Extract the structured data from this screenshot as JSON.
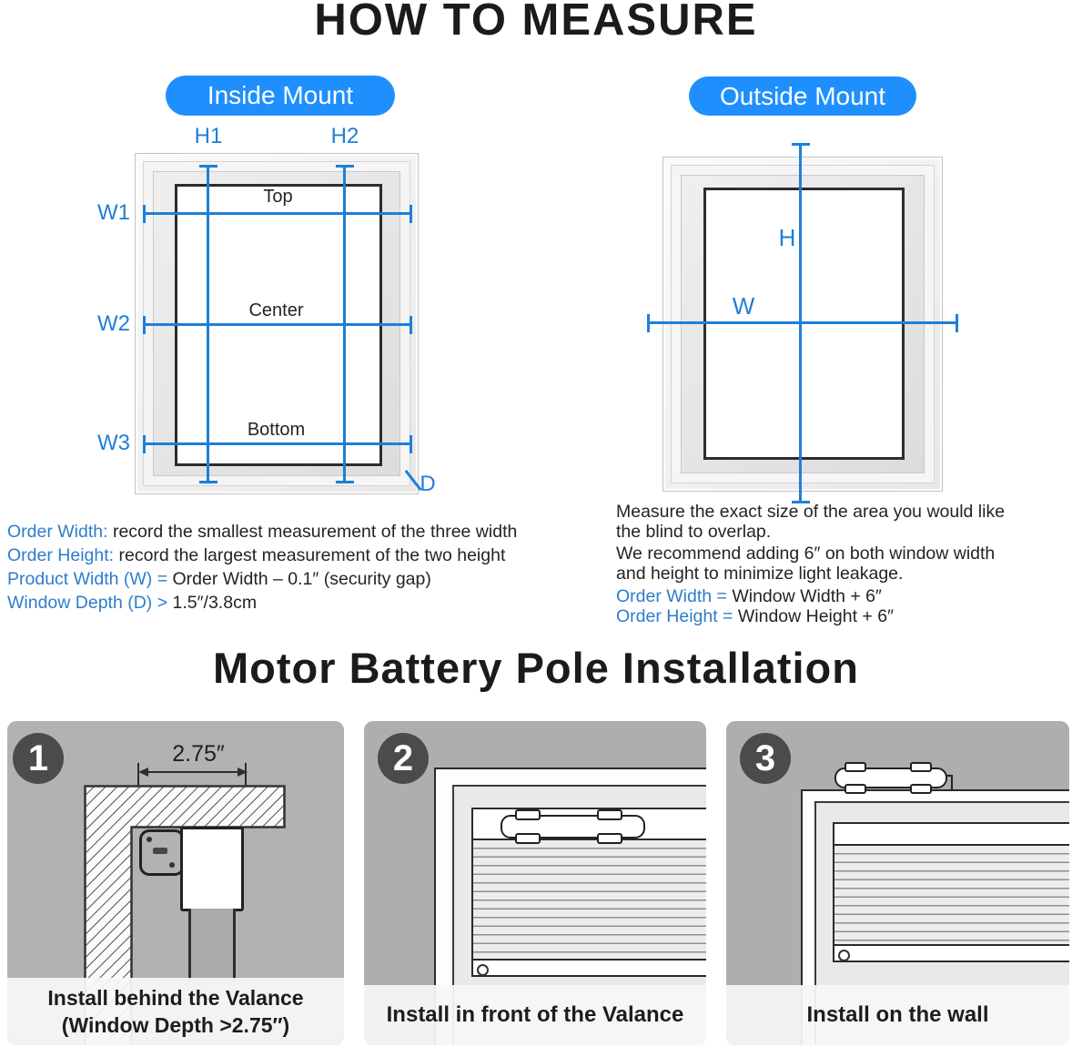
{
  "colors": {
    "accent_blue": "#1f8ffe",
    "measure_blue": "#1e7fd8",
    "note_blue": "#2e7ccc"
  },
  "header": {
    "title": "HOW TO MEASURE"
  },
  "inside_mount": {
    "label": "Inside Mount",
    "diagram": {
      "h1": "H1",
      "h2": "H2",
      "w1": "W1",
      "w2": "W2",
      "w3": "W3",
      "top": "Top",
      "center": "Center",
      "bottom": "Bottom",
      "depth": "D"
    },
    "notes": [
      {
        "lead": "Order Width:",
        "rest": " record the smallest measurement of the three width"
      },
      {
        "lead": "Order Height:",
        "rest": " record the largest measurement of the two height"
      },
      {
        "lead": "Product Width (W) =",
        "rest": " Order Width – 0.1″ (security gap)"
      },
      {
        "lead": "Window Depth (D) >",
        "rest": " 1.5″/3.8cm"
      }
    ]
  },
  "outside_mount": {
    "label": "Outside Mount",
    "diagram": {
      "h": "H",
      "w": "W"
    },
    "paragraph1": "Measure the exact size of the area you would like the blind to overlap.",
    "paragraph2": "We recommend adding 6″ on both window width and height to minimize light leakage.",
    "notes": [
      {
        "lead": "Order Width =",
        "rest": " Window Width + 6″"
      },
      {
        "lead": "Order Height =",
        "rest": " Window Height + 6″"
      }
    ]
  },
  "installation": {
    "title": "Motor Battery Pole Installation",
    "steps": [
      {
        "number": "1",
        "dimension": "2.75″",
        "caption": "Install behind the Valance",
        "caption2": "(Window Depth >2.75″)"
      },
      {
        "number": "2",
        "caption": "Install in front of the Valance"
      },
      {
        "number": "3",
        "caption": "Install on the wall"
      }
    ]
  }
}
